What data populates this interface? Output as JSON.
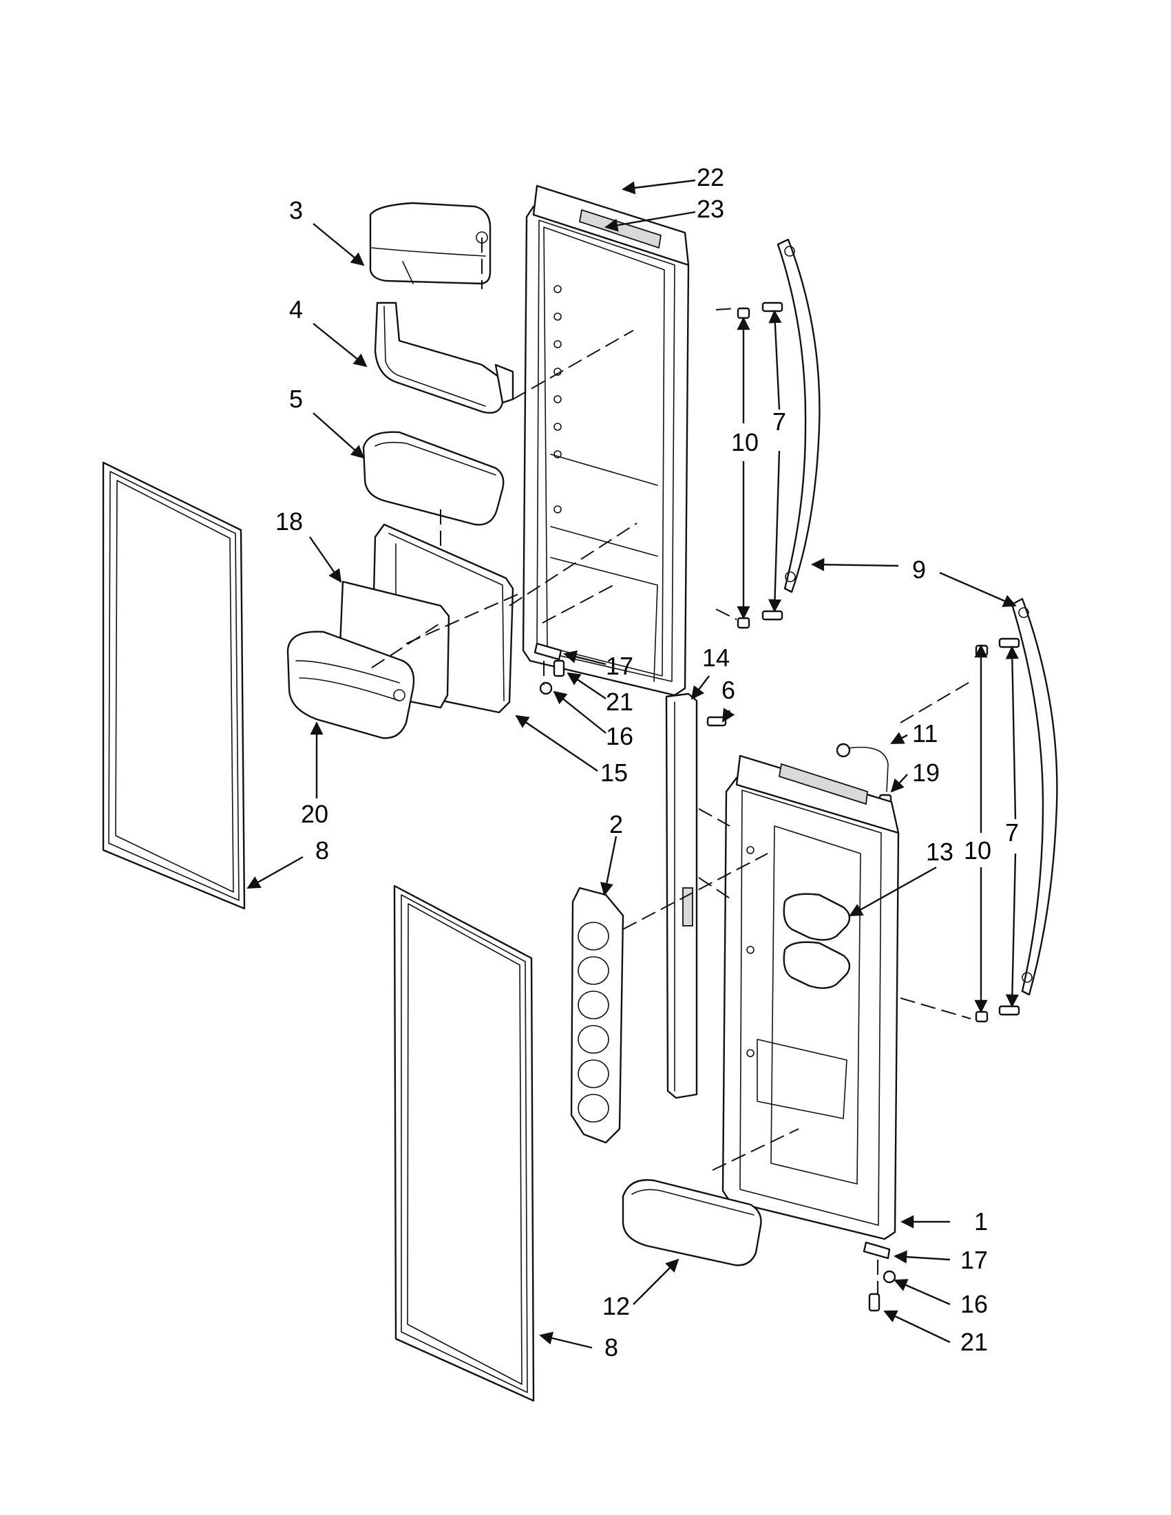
{
  "diagram": {
    "callouts": [
      {
        "id": "c22",
        "label": "22"
      },
      {
        "id": "c23",
        "label": "23"
      },
      {
        "id": "c3",
        "label": "3"
      },
      {
        "id": "c4",
        "label": "4"
      },
      {
        "id": "c5",
        "label": "5"
      },
      {
        "id": "c10a",
        "label": "10"
      },
      {
        "id": "c7a",
        "label": "7"
      },
      {
        "id": "c18",
        "label": "18"
      },
      {
        "id": "c9",
        "label": "9"
      },
      {
        "id": "c17a",
        "label": "17"
      },
      {
        "id": "c21a",
        "label": "21"
      },
      {
        "id": "c16a",
        "label": "16"
      },
      {
        "id": "c14",
        "label": "14"
      },
      {
        "id": "c6",
        "label": "6"
      },
      {
        "id": "c11",
        "label": "11"
      },
      {
        "id": "c19",
        "label": "19"
      },
      {
        "id": "c15",
        "label": "15"
      },
      {
        "id": "c20",
        "label": "20"
      },
      {
        "id": "c8a",
        "label": "8"
      },
      {
        "id": "c2",
        "label": "2"
      },
      {
        "id": "c10b",
        "label": "10"
      },
      {
        "id": "c7b",
        "label": "7"
      },
      {
        "id": "c13",
        "label": "13"
      },
      {
        "id": "c1",
        "label": "1"
      },
      {
        "id": "c17b",
        "label": "17"
      },
      {
        "id": "c16b",
        "label": "16"
      },
      {
        "id": "c12",
        "label": "12"
      },
      {
        "id": "c21b",
        "label": "21"
      },
      {
        "id": "c8b",
        "label": "8"
      }
    ]
  }
}
